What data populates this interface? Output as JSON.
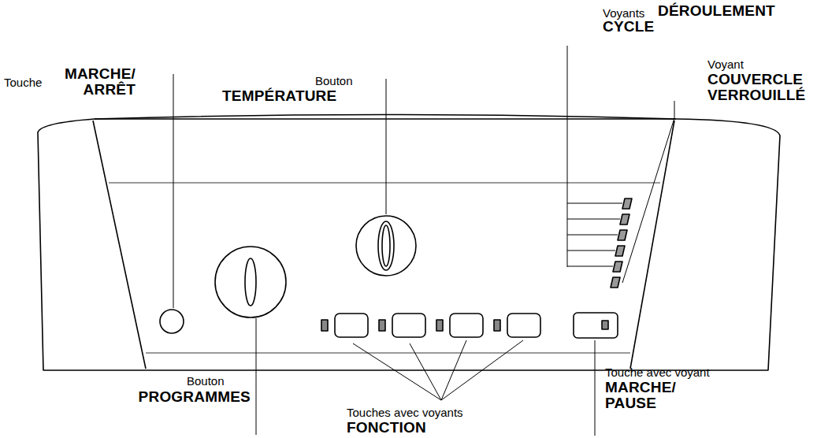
{
  "diagram": {
    "labels": [
      "Touche",
      "MARCHE/ ARRÊT",
      "Bouton",
      "TEMPÉRATURE",
      "Voyants",
      "DÉROULEMENT CYCLE",
      "Voyant",
      "COUVERCLE VERROUILLÉ",
      "Bouton",
      "PROGRAMMES",
      "Touches avec voyants",
      "FONCTION",
      "Touche avec voyant",
      "MARCHE/ PAUSE"
    ]
  }
}
